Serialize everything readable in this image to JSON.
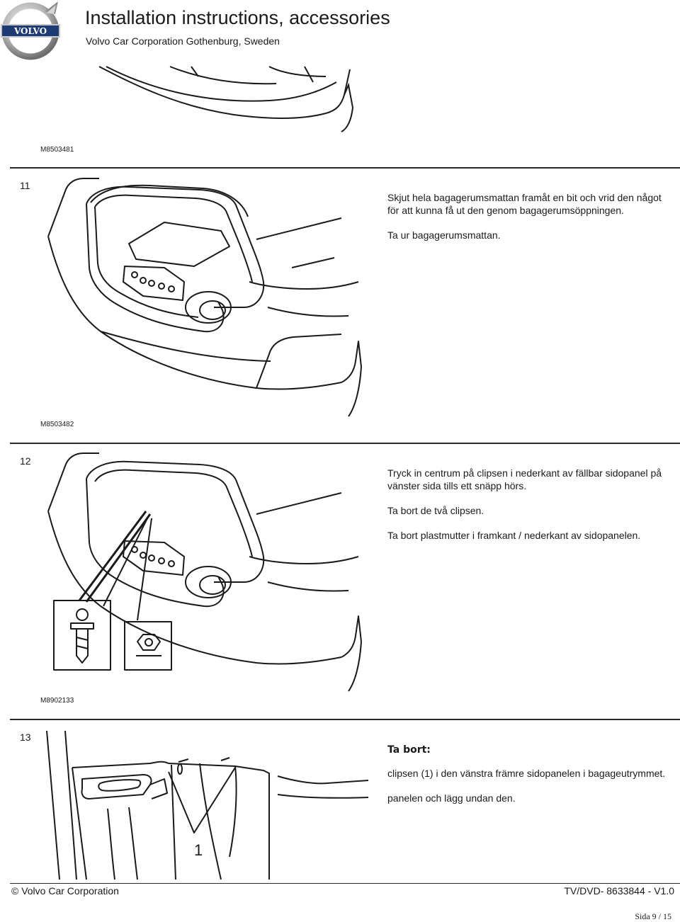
{
  "header": {
    "title": "Installation instructions, accessories",
    "subtitle": "Volvo Car Corporation Gothenburg, Sweden",
    "logo_text": "VOLVO"
  },
  "figures": [
    {
      "code": "M8503481"
    },
    {
      "code": "M8503482"
    },
    {
      "code": "M8902133"
    }
  ],
  "steps": [
    {
      "number": "11",
      "paragraphs": [
        "Skjut hela bagagerumsmattan framåt en bit och vrid den något för att kunna få ut den genom bagagerumsöppningen.",
        "Ta ur bagagerumsmattan."
      ]
    },
    {
      "number": "12",
      "paragraphs": [
        "Tryck in centrum på clipsen i nederkant av fällbar sidopanel på vänster sida tills ett snäpp hörs.",
        "Ta bort de två clipsen.",
        "Ta bort plastmutter i framkant / nederkant av sidopanelen."
      ]
    },
    {
      "number": "13",
      "heading": "Ta bort:",
      "paragraphs": [
        "clipsen (1) i den vänstra främre sidopanelen i bagageutrymmet.",
        "panelen och lägg undan den."
      ],
      "callout": "1"
    }
  ],
  "footer": {
    "left": "© Volvo Car Corporation",
    "right": "TV/DVD- 8633844 - V1.0",
    "page": "Sida 9 / 15"
  },
  "colors": {
    "ink": "#1a1a1a",
    "logo_blue": "#1f3b73"
  }
}
